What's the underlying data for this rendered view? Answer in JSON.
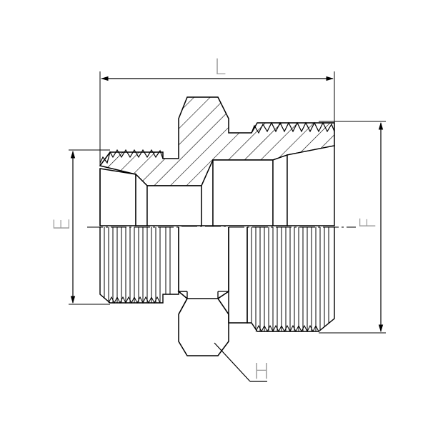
{
  "labels": {
    "length": "L",
    "left_thread_diameter": "E",
    "right_thread_diameter": "F",
    "hex_size": "H"
  },
  "colors": {
    "line": "#000000",
    "label": "#9a9a9a",
    "background": "#ffffff"
  }
}
